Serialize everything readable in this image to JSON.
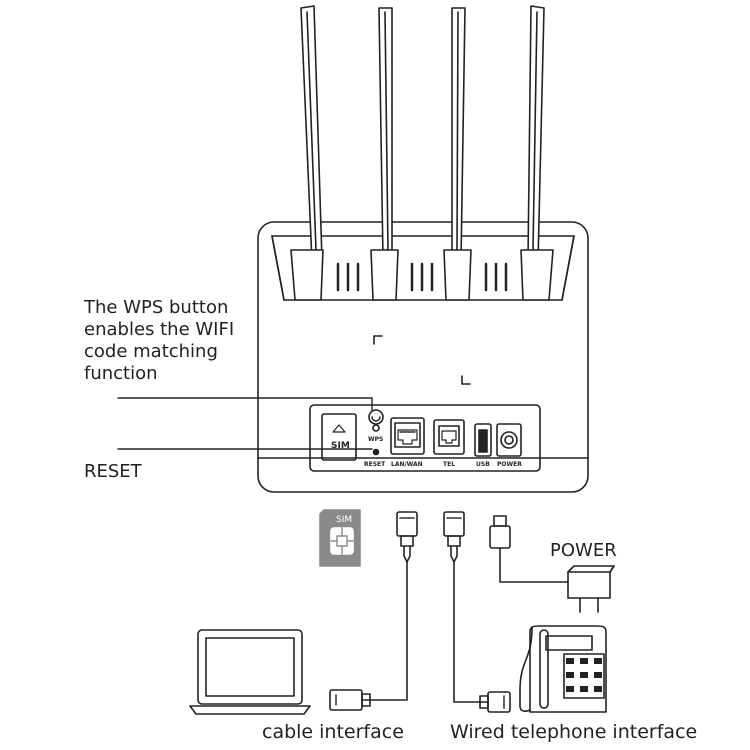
{
  "annotations": {
    "wps": "The WPS button\nenables the WIFI\ncode matching\nfunction",
    "reset": "RESET",
    "power": "POWER",
    "cable": "cable interface",
    "telephone": "Wired telephone interface"
  },
  "ports": {
    "sim": "SIM",
    "wps": "WPS",
    "reset": "RESET",
    "lan": "LAN/WAN",
    "tel": "TEL",
    "usb": "USB",
    "power": "POWER"
  },
  "sim_card": {
    "label": "SIM"
  },
  "colors": {
    "line": "#222222",
    "sim_card": "#8a8a8a",
    "background": "#ffffff"
  }
}
